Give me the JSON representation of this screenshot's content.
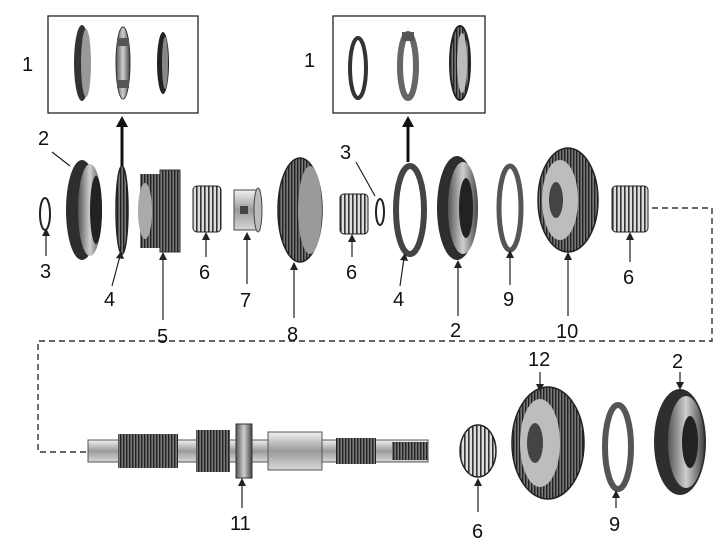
{
  "callouts": [
    {
      "id": "label-1-left",
      "text": "1"
    },
    {
      "id": "label-1-right",
      "text": "1"
    },
    {
      "id": "label-2-a",
      "text": "2"
    },
    {
      "id": "label-2-b",
      "text": "2"
    },
    {
      "id": "label-2-c",
      "text": "2"
    },
    {
      "id": "label-3-a",
      "text": "3"
    },
    {
      "id": "label-3-b",
      "text": "3"
    },
    {
      "id": "label-4-a",
      "text": "4"
    },
    {
      "id": "label-4-b",
      "text": "4"
    },
    {
      "id": "label-5",
      "text": "5"
    },
    {
      "id": "label-6-a",
      "text": "6"
    },
    {
      "id": "label-6-b",
      "text": "6"
    },
    {
      "id": "label-6-c",
      "text": "6"
    },
    {
      "id": "label-6-d",
      "text": "6"
    },
    {
      "id": "label-7",
      "text": "7"
    },
    {
      "id": "label-8",
      "text": "8"
    },
    {
      "id": "label-9-a",
      "text": "9"
    },
    {
      "id": "label-9-b",
      "text": "9"
    },
    {
      "id": "label-10",
      "text": "10"
    },
    {
      "id": "label-11",
      "text": "11"
    },
    {
      "id": "label-12",
      "text": "12"
    }
  ],
  "colors": {
    "ink": "#1a1a1a",
    "metal_dark": "#3a3a3a",
    "metal_mid": "#8a8a8a",
    "metal_light": "#d6d6d6"
  }
}
